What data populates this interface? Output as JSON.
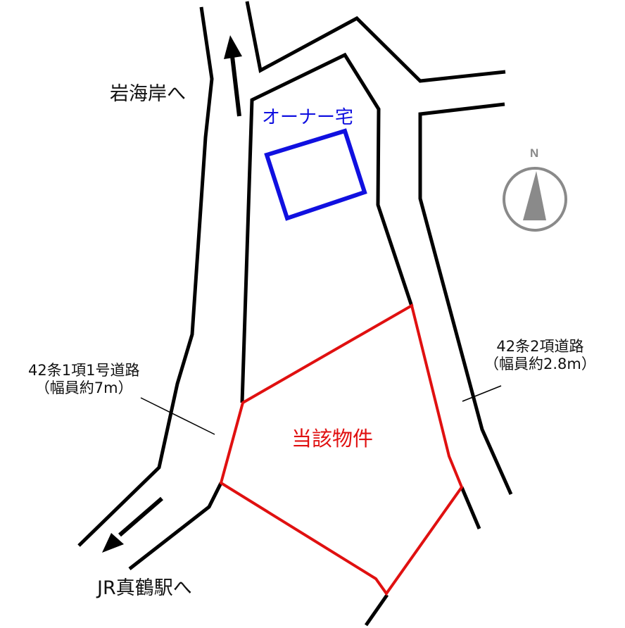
{
  "labels": {
    "north_direction": "岩海岸へ",
    "south_direction": "JR真鶴駅へ",
    "owner_house": "オーナー宅",
    "subject_property": "当該物件",
    "road_left_line1": "42条1項1号道路",
    "road_left_line2": "（幅員約7m）",
    "road_right_line1": "42条2項道路",
    "road_right_line2": "（幅員約2.8m）",
    "compass_letter": "N"
  },
  "icons": {
    "compass": "north-arrow-compass-icon",
    "arrow_up": "arrow-up-icon",
    "arrow_down_left": "arrow-down-left-icon"
  },
  "colors": {
    "road": "#000000",
    "parcel": "#e01010",
    "owner_house": "#1010e0",
    "compass": "#8a8a8a",
    "text": "#111111"
  }
}
